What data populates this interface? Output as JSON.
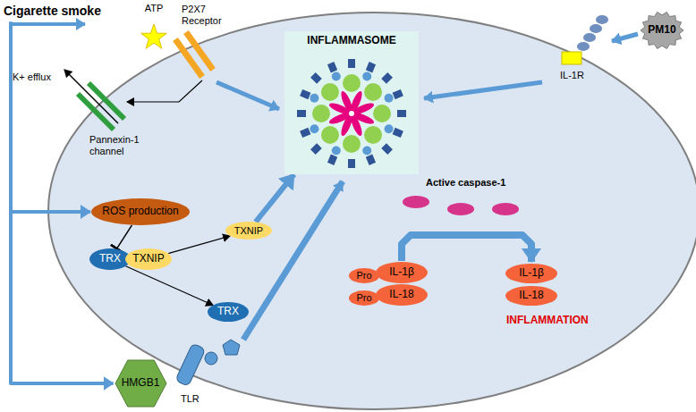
{
  "diagram": {
    "nodes": [
      {
        "text": [
          "Cigarette smoke"
        ]
      },
      {
        "text": [
          "ATP"
        ]
      },
      {
        "text": [
          "INFLAMMASOME"
        ]
      },
      {
        "text": [
          "PM10"
        ]
      },
      {
        "text": [
          "ROS production"
        ]
      },
      {
        "text": [
          "TRX"
        ]
      },
      {
        "text": [
          "TXNIP"
        ]
      },
      {
        "text": [
          "TXNIP"
        ]
      },
      {
        "text": [
          "TRX"
        ]
      },
      {
        "text": [
          "HMGB1"
        ]
      },
      {
        "text": [
          "Pro"
        ]
      },
      {
        "text": [
          "IL-1β"
        ]
      },
      {
        "text": [
          "Pro"
        ]
      },
      {
        "text": [
          "IL-18"
        ]
      },
      {
        "text": [
          "IL-1β"
        ]
      },
      {
        "text": [
          "IL-18"
        ]
      }
    ],
    "edges": [
      {
        "from": 0,
        "to": 4,
        "arrow": "to"
      },
      {
        "from": 0,
        "to": 9,
        "arrow": "to"
      },
      {
        "from": 4,
        "to": 5,
        "arrow": "to"
      },
      {
        "from": 6,
        "to": 7,
        "arrow": "to"
      },
      {
        "from": 5,
        "to": 8,
        "arrow": "to"
      },
      {
        "from": 7,
        "to": 2,
        "arrow": "to"
      },
      {
        "from": 11,
        "to": 14,
        "arrow": "to"
      }
    ],
    "labels": [
      "P2X7 Receptor",
      "K+ efflux",
      "Pannexin-1 channel",
      "IL-1R",
      "Active caspase-1",
      "INFLAMMATION",
      "TLR"
    ]
  }
}
